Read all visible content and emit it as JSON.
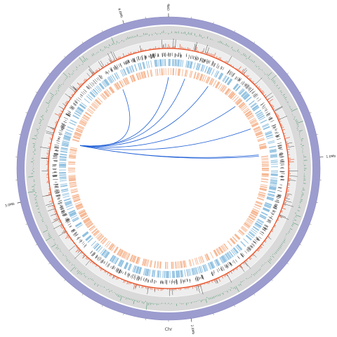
{
  "diagram": {
    "type": "circos-genome-plot",
    "chromosome_label": "Chr",
    "genome_length_mb": 4.2,
    "major_ticks": [
      {
        "label": "0Mb",
        "pos_mb": 0
      },
      {
        "label": "1.0Mb",
        "pos_mb": 1.0
      },
      {
        "label": "2.0Mb",
        "pos_mb": 2.0
      },
      {
        "label": "3.0Mb",
        "pos_mb": 3.0
      },
      {
        "label": "4.0Mb",
        "pos_mb": 4.0
      }
    ],
    "colors": {
      "ideogram": "#9c9ccf",
      "ideogram_edge": "#8a8ac2",
      "track_background": "#d9d9d9",
      "gc_skew": "#2e8b57",
      "gc_content": "#e8491d",
      "gene_marks": "#333333",
      "forward_genes": "#8fc0e0",
      "reverse_genes": "#f6b894",
      "links": "#1f5fd6"
    },
    "links": [
      {
        "from_mb": 3.32,
        "to_mb": 3.85
      },
      {
        "from_mb": 3.32,
        "to_mb": 0.0
      },
      {
        "from_mb": 3.32,
        "to_mb": 0.12
      },
      {
        "from_mb": 3.32,
        "to_mb": 0.3
      },
      {
        "from_mb": 3.32,
        "to_mb": 0.55
      },
      {
        "from_mb": 3.32,
        "to_mb": 0.75
      },
      {
        "from_mb": 3.32,
        "to_mb": 0.95
      },
      {
        "from_mb": 3.32,
        "to_mb": 0.96
      }
    ]
  }
}
